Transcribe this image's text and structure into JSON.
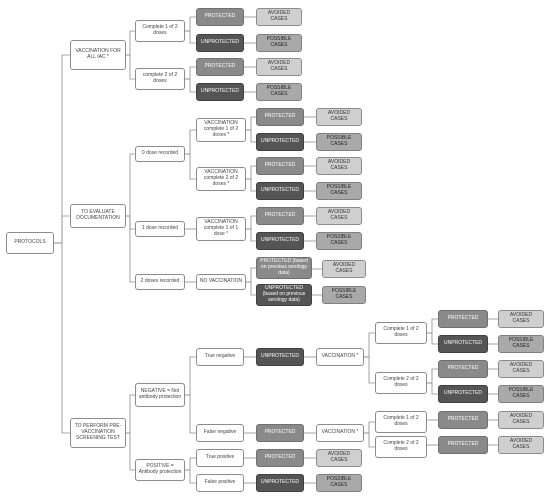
{
  "nodes": {
    "root": "PROTOCOLS",
    "vac_all": "VACCINATION FOR ALL IAC *",
    "complete_1of2": "Complete 1 of 2 doses",
    "complete_2of2": "complete 2 of 2 doses",
    "evaluate_doc": "TO EVALUATE DOCUMENTATION",
    "zero_dose": "0 dose recorded",
    "vac_complete_1of2": "VACCINATION complete 1 of 2 doses *",
    "vac_complete_2of2": "VACCINATION complete 2 of 2 doses *",
    "one_dose": "1 dose recorded",
    "vac_complete_1of1": "VACCINATION complete 1 of 1 dose *",
    "two_doses": "2 doses recorded",
    "no_vaccination": "NO VACCINATION",
    "protected_prev": "PROTECTED (based on previous serology data)",
    "unprotected_prev": "UNPROTECTED (based on previous serology data)",
    "perform_screen": "TO PERFORM PRE-VACCINATION SCREENING TEST",
    "negative": "NEGATIVE = Not antibody protection",
    "positive": "POSITIVE = Antibody protection",
    "true_negative": "True negative",
    "false_negative": "False negative",
    "true_positive": "True positive",
    "false_positive": "False positive",
    "vaccination": "VACCINATION *",
    "complete_1of2_b": "Complete 1 of 2 doses",
    "complete_2of2_b": "Complete 2 of 2 doses",
    "protected": "PROTECTED",
    "unprotected": "UNPROTECTED",
    "avoided": "AVOIDED CASES",
    "possible": "POSSIBLE CASES"
  }
}
